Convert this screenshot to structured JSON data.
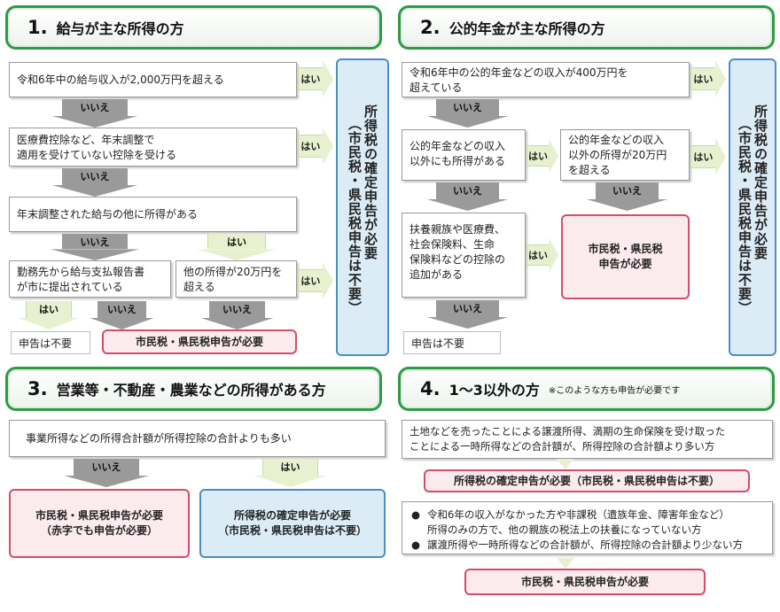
{
  "s1": {
    "num": "1.",
    "title": "給与が主な所得の方",
    "q1": "令和6年中の給与収入が2,000万円を超える",
    "q2_l1": "医療費控除など、年末調整で",
    "q2_l2": "適用を受けていない控除を受ける",
    "q3": "年末調整された給与の他に所得がある",
    "q4_l1": "勤務先から給与支払報告書",
    "q4_l2": "が市に提出されている",
    "q5_l1": "他の所得が20万円を",
    "q5_l2": "超える",
    "res_none": "申告は不要",
    "res_city": "市民税・県民税申告が必要",
    "vert_l1": "所得税の確定申告が必要",
    "vert_l2": "（市民税・県民税申告は不要）"
  },
  "s2": {
    "num": "2.",
    "title": "公的年金が主な所得の方",
    "q1_l1": "令和6年中の公的年金などの収入が400万円を",
    "q1_l2": "超えている",
    "q2_l1": "公的年金などの収入",
    "q2_l2": "以外にも所得がある",
    "q3_l1": "公的年金などの収入",
    "q3_l2": "以外の所得が20万円",
    "q3_l3": "を超える",
    "q4_l1": "扶養親族や医療費、",
    "q4_l2": "社会保険料、生命",
    "q4_l3": "保険料などの控除の",
    "q4_l4": "追加がある",
    "res_city_l1": "市民税・県民税",
    "res_city_l2": "申告が必要",
    "res_none": "申告は不要",
    "vert_l1": "所得税の確定申告が必要",
    "vert_l2": "（市民税・県民税申告は不要）"
  },
  "s3": {
    "num": "3.",
    "title": "営業等・不動産・農業などの所得がある方",
    "q1": "事業所得などの所得合計額が所得控除の合計よりも多い",
    "res_city_l1": "市民税・県民税申告が必要",
    "res_city_l2": "（赤字でも申告が必要）",
    "res_tax_l1": "所得税の確定申告が必要",
    "res_tax_l2": "（市民税・県民税申告は不要）"
  },
  "s4": {
    "num": "4.",
    "title": "1～3以外の方",
    "note": "※このような方も申告が必要です",
    "q1_l1": "土地などを売ったことによる譲渡所得、満期の生命保険を受け取った",
    "q1_l2": "ことによる一時所得などの合計額が、所得控除の合計額より多い方",
    "res_tax": "所得税の確定申告が必要（市民税・県民税申告は不要）",
    "b1_l1": "令和6年の収入がなかった方や非課税（遺族年金、障害年金など）",
    "b1_l2": "所得のみの方で、他の親族の税法上の扶養になっていない方",
    "b2": "譲渡所得や一時所得などの合計額が、所得控除の合計額より少ない方",
    "bullet": "●",
    "res_city": "市民税・県民税申告が必要"
  },
  "labels": {
    "yes": "はい",
    "no": "いいえ"
  }
}
